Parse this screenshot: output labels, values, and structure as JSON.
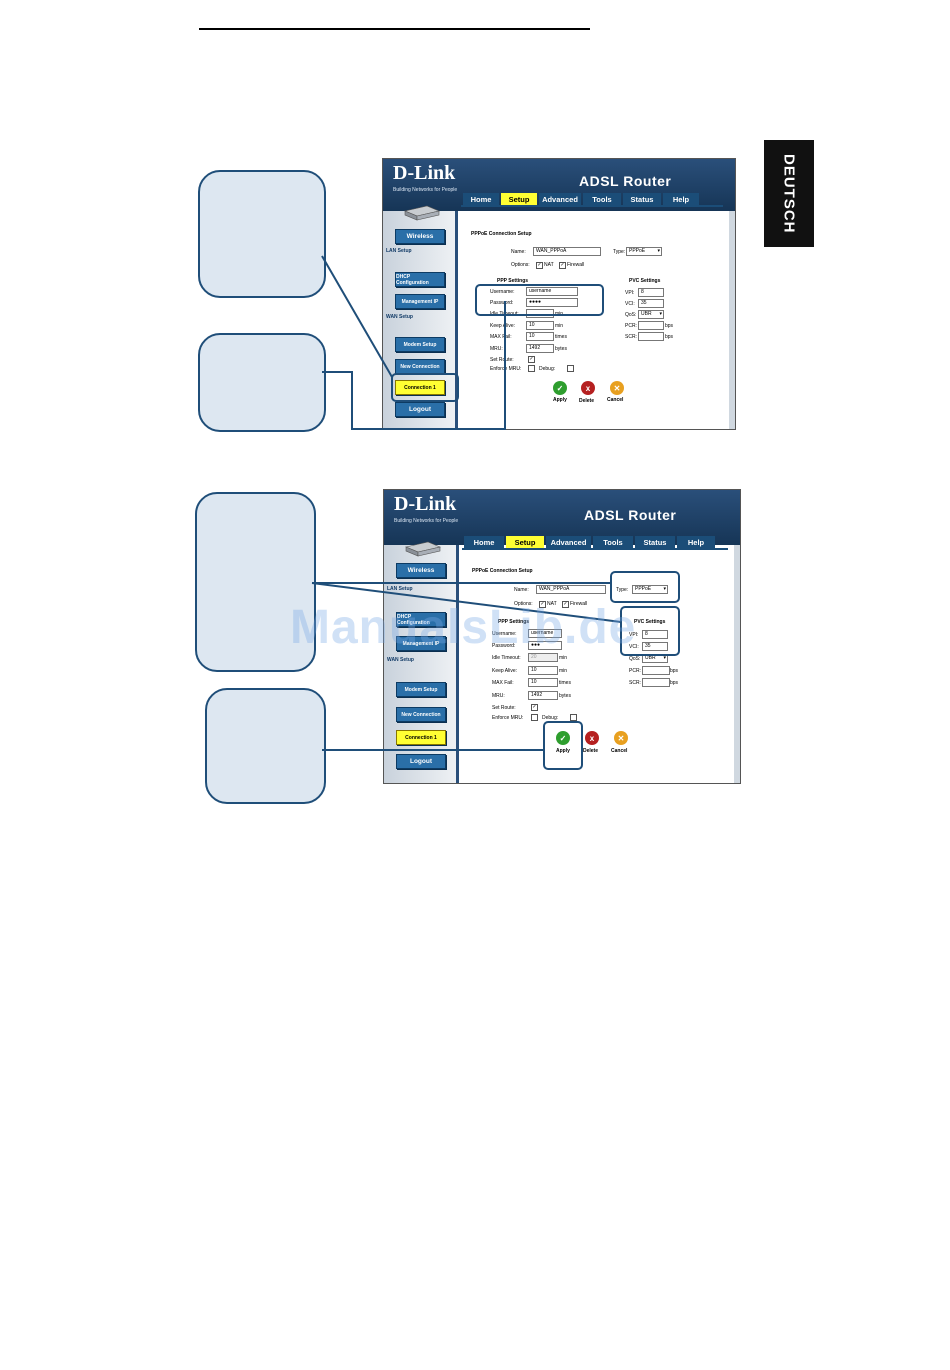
{
  "page": {
    "language_tab": "DEUTSCH",
    "watermark": "ManualsLib.de"
  },
  "screens": [
    {
      "brand": "D-Link",
      "slogan": "Building Networks for People",
      "product": "ADSL Router",
      "tabs": [
        "Home",
        "Setup",
        "Advanced",
        "Tools",
        "Status",
        "Help"
      ],
      "active_tab": "Setup",
      "sidebar": {
        "wireless": "Wireless",
        "lan_setup": "LAN Setup",
        "dhcp": "DHCP Configuration",
        "mgmt_ip": "Management IP",
        "wan_setup": "WAN Setup",
        "modem": "Modem Setup",
        "new_conn": "New Connection",
        "conn1": "Connection 1",
        "logout": "Logout"
      },
      "form": {
        "title": "PPPoE Connection Setup",
        "name_label": "Name:",
        "name_value": "WAN_PPPoA",
        "type_label": "Type:",
        "type_value": "PPPoE",
        "options_label": "Options:",
        "nat": "NAT",
        "firewall": "Firewall",
        "ppp_title": "PPP Settings",
        "pvc_title": "PVC Settings",
        "username_label": "Username:",
        "username_value": "username",
        "password_label": "Password:",
        "password_value": "●●●●",
        "idle_label": "Idle Timeout:",
        "idle_value": "",
        "idle_unit": "min",
        "keepalive_label": "Keep Alive:",
        "keepalive_value": "10",
        "keepalive_unit": "min",
        "maxfail_label": "MAX Fail:",
        "maxfail_value": "10",
        "maxfail_unit": "times",
        "mru_label": "MRU:",
        "mru_value": "1492",
        "mru_unit": "bytes",
        "setroute_label": "Set Route:",
        "enforce_label": "Enforce MRU:",
        "debug_label": "Debug:",
        "vpi_label": "VPI:",
        "vpi_value": "8",
        "vci_label": "VCI:",
        "vci_value": "35",
        "qos_label": "QoS:",
        "qos_value": "UBR",
        "pcr_label": "PCR:",
        "pcr_unit": "bps",
        "scr_label": "SCR:",
        "scr_unit": "bps",
        "apply": "Apply",
        "delete": "Delete",
        "cancel": "Cancel"
      }
    },
    {
      "brand": "D-Link",
      "slogan": "Building Networks for People",
      "product": "ADSL Router",
      "tabs": [
        "Home",
        "Setup",
        "Advanced",
        "Tools",
        "Status",
        "Help"
      ],
      "active_tab": "Setup",
      "sidebar": {
        "wireless": "Wireless",
        "lan_setup": "LAN Setup",
        "dhcp": "DHCP Configuration",
        "mgmt_ip": "Management IP",
        "wan_setup": "WAN Setup",
        "modem": "Modem Setup",
        "new_conn": "New Connection",
        "conn1": "Connection 1",
        "logout": "Logout"
      },
      "form": {
        "title": "PPPoE Connection Setup",
        "name_label": "Name:",
        "name_value": "WAN_PPPoA",
        "type_label": "Type:",
        "type_value": "PPPoE",
        "options_label": "Options:",
        "nat": "NAT",
        "firewall": "Firewall",
        "ppp_title": "PPP Settings",
        "pvc_title": "PVC Settings",
        "username_label": "Username:",
        "username_value": "username",
        "password_label": "Password:",
        "password_value": "●●●",
        "idle_label": "Idle Timeout:",
        "idle_value": "20",
        "idle_unit": "min",
        "keepalive_label": "Keep Alive:",
        "keepalive_value": "10",
        "keepalive_unit": "min",
        "maxfail_label": "MAX Fail:",
        "maxfail_value": "10",
        "maxfail_unit": "times",
        "mru_label": "MRU:",
        "mru_value": "1492",
        "mru_unit": "bytes",
        "setroute_label": "Set Route:",
        "enforce_label": "Enforce MRU:",
        "debug_label": "Debug:",
        "vpi_label": "VPI:",
        "vpi_value": "8",
        "vci_label": "VCI:",
        "vci_value": "35",
        "qos_label": "QoS:",
        "qos_value": "UBR",
        "pcr_label": "PCR:",
        "pcr_unit": "bps",
        "scr_label": "SCR:",
        "scr_unit": "bps",
        "apply": "Apply",
        "delete": "Delete",
        "cancel": "Cancel"
      }
    }
  ]
}
